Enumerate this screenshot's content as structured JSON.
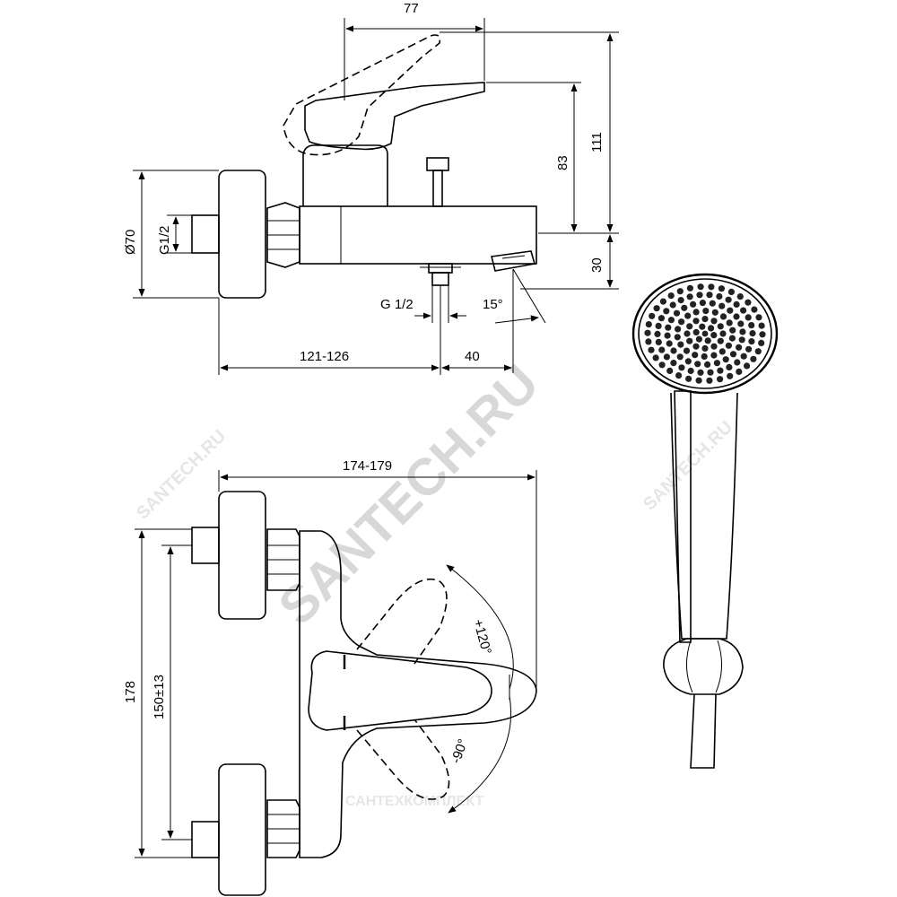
{
  "dimensions": {
    "d77": "77",
    "d83": "83",
    "d111": "111",
    "d30": "30",
    "d70": "Ø70",
    "g12_left": "G1/2",
    "g12_bottom": "G 1/2",
    "angle15": "15°",
    "d121_126": "121-126",
    "d40": "40",
    "d174_179": "174-179",
    "d178": "178",
    "d150": "150±13",
    "angle120": "+120°",
    "angle90": "-90°"
  },
  "watermarks": {
    "main": "SANTECH.RU",
    "small_1": "SANTECH.RU",
    "small_2": "SANTECH.RU",
    "bottom": "САНТЕХКОМПЛЕКТ"
  }
}
